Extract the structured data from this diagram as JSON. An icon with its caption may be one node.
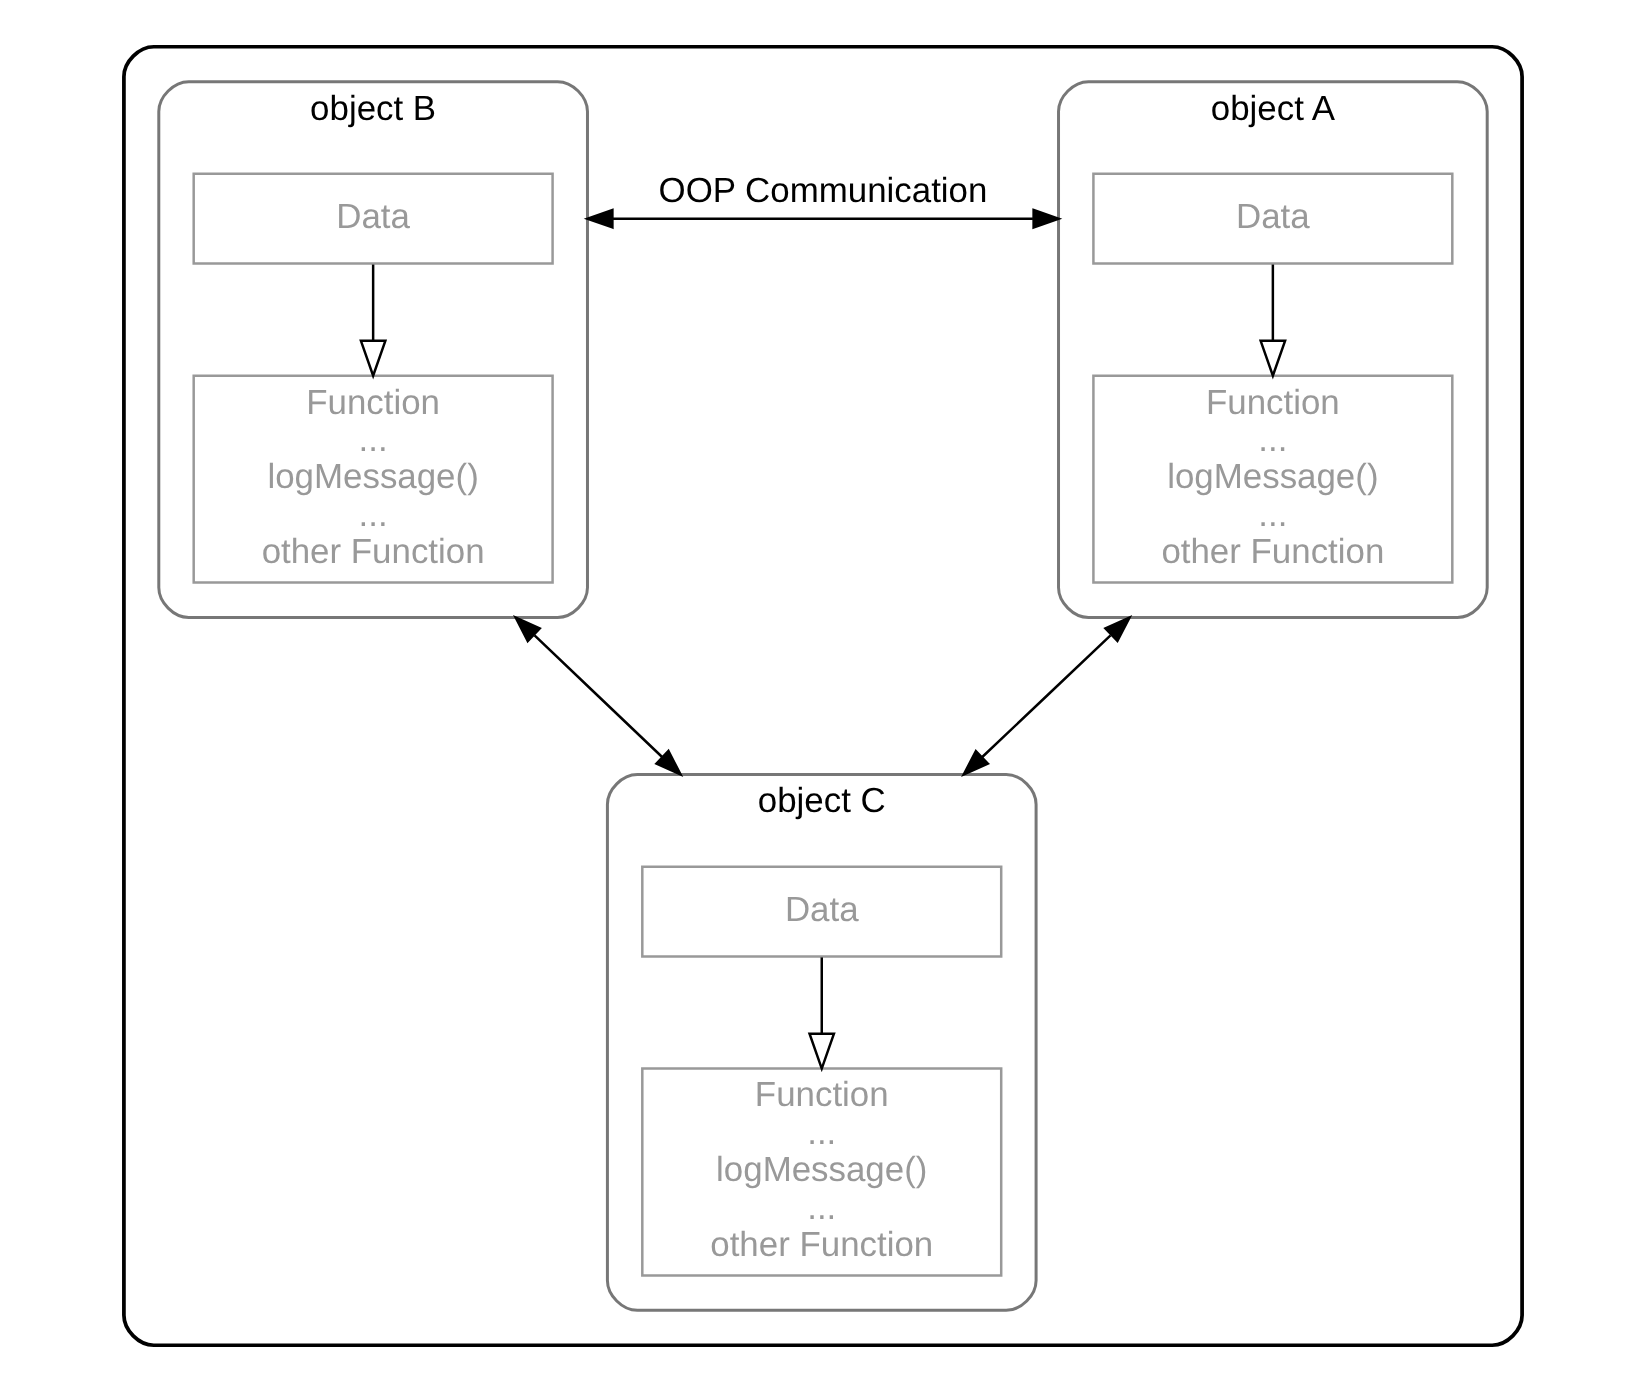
{
  "diagram": {
    "nodes": [
      {
        "text": [],
        "shape": "box"
      },
      {
        "text": [
          "object A"
        ],
        "in": 0
      },
      {
        "text": [
          "Data"
        ],
        "in": 1
      },
      {
        "text": [
          "Function",
          "...",
          "logMessage()",
          "...",
          "other Function"
        ],
        "in": 1
      },
      {
        "text": [
          "object B"
        ],
        "in": 0
      },
      {
        "text": [
          "Data"
        ],
        "in": 4
      },
      {
        "text": [
          "Function",
          "...",
          "logMessage()",
          "...",
          "other Function"
        ],
        "in": 4
      },
      {
        "text": [
          "object C"
        ],
        "in": 0
      },
      {
        "text": [
          "Data"
        ],
        "in": 7
      },
      {
        "text": [
          "Function",
          "...",
          "logMessage()",
          "...",
          "other Function"
        ],
        "in": 7
      }
    ],
    "edges": [
      {
        "from": 2,
        "to": 3,
        "arrow": "to"
      },
      {
        "from": 5,
        "to": 6,
        "arrow": "to"
      },
      {
        "from": 1,
        "to": 4,
        "arrow": "both",
        "label": "OOP Communication"
      },
      {
        "from": 8,
        "to": 9,
        "arrow": "to"
      },
      {
        "from": 1,
        "to": 7,
        "arrow": "both"
      },
      {
        "from": 4,
        "to": 7,
        "arrow": "both"
      }
    ]
  }
}
